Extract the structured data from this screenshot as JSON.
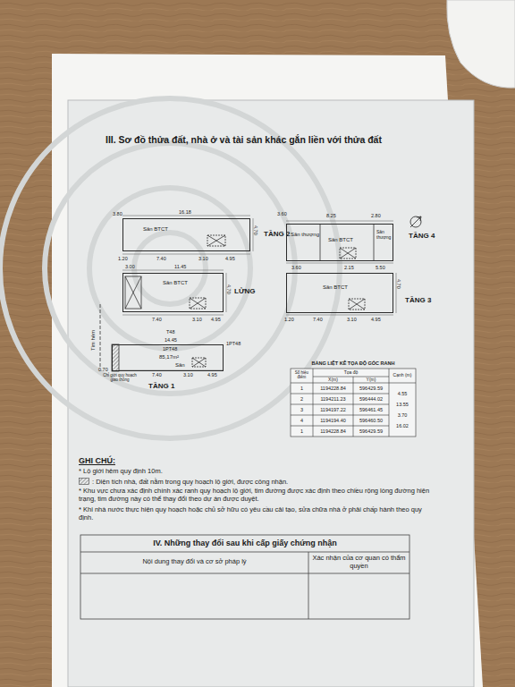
{
  "diagram": {
    "title": "III. Sơ đồ thửa đất, nhà ở và tài sản khác gắn liền với thửa đất",
    "nodes": [
      {
        "text": [
          "Sân BTCT",
          "TẦNG 2"
        ]
      },
      {
        "text": [
          "Sân thượng",
          "Sân BTCT",
          "Sân thượng",
          "TẦNG 4"
        ]
      },
      {
        "text": [
          "Sân BTCT",
          "LỬNG"
        ]
      },
      {
        "text": [
          "Sân BTCT",
          "TẦNG 3"
        ]
      },
      {
        "text": [
          "85,17m²",
          "Sân",
          "TẦNG 1"
        ]
      }
    ],
    "labels": [
      "GHI CHÚ:",
      "* Lộ giới hẻm quy định 10m.",
      "* Khu vực chưa xác định chính xác ranh quy hoạch lộ giới, tim đường được xác định theo chiều rộng lòng đường hiện trạng, tim đường này có thể thay đổi theo dự án được duyệt.",
      "* Khi nhà nước thực hiện quy hoạch hoặc chủ sở hữu có yêu cầu cải tạo, sửa chữa nhà ở phải chấp hành theo quy định.",
      "IV. Những thay đổi sau khi cấp giấy chứng nhận",
      "Nội dung thay đổi và cơ sở pháp lý",
      "Xác nhận của cơ quan có thẩm quyền",
      "BẢNG LIỆT KÊ TỌA ĐỘ GÓC RANH",
      "Số hiệu điểm",
      "Tọa độ",
      "X(m)",
      "Y(m)",
      "Cạnh (m)",
      "1",
      "1194228.84",
      "596429.59",
      "2",
      "1194211.23",
      "596444.02",
      "3",
      "1194197.22",
      "596461.45",
      "4",
      "1194194.40",
      "596460.50",
      "1",
      "1194228.84",
      "596429.59",
      "4.55",
      "13.55",
      "3.70",
      "16.02",
      "16.18",
      "3.80",
      "1.20",
      "7.40",
      "3.10",
      "4.95",
      "4.70",
      "3.00",
      "11.45",
      "7.40",
      "3.10",
      "4.95",
      "4.70",
      "T48",
      "14.45",
      "1PT48",
      "1PT48",
      "Tim hẻm",
      "Chỉ giới quy hoạch giao thông",
      "0.70",
      "7.40",
      "3.10",
      "4.95",
      "3.60",
      "8.25",
      "2.80",
      "3.60",
      "2.15",
      "5.50",
      "1.20",
      "7.40",
      "3.10",
      "4.95",
      "4.70"
    ],
    "legend": [
      {
        "text": ": Diện tích nhà, đất nằm trong quy hoạch lộ giới, được công nhận."
      }
    ]
  }
}
